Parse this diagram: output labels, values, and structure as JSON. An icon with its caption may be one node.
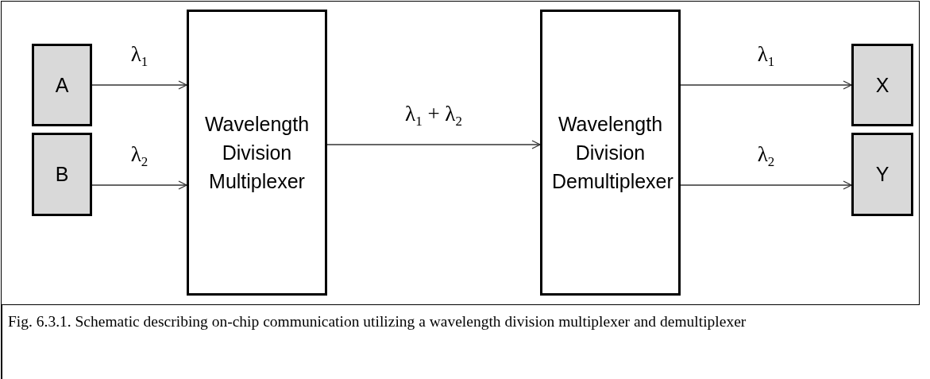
{
  "diagram": {
    "caption": "Fig. 6.3.1. Schematic describing on-chip communication utilizing a wavelength division multiplexer and demultiplexer",
    "nodes": [
      {
        "text": [
          "A"
        ]
      },
      {
        "text": [
          "B"
        ]
      },
      {
        "text": [
          "Wavelength Division Multiplexer"
        ]
      },
      {
        "text": [
          "Wavelength Division Demultiplexer"
        ]
      },
      {
        "text": [
          "X"
        ]
      },
      {
        "text": [
          "Y"
        ]
      }
    ],
    "edges": [
      {
        "from": 0,
        "to": 2,
        "arrow": "to",
        "label": "λ$_{1}$"
      },
      {
        "from": 1,
        "to": 2,
        "arrow": "to",
        "label": "λ$_{2}$"
      },
      {
        "from": 2,
        "to": 3,
        "arrow": "to",
        "label": "λ$_{1}$ + λ$_{2}$"
      },
      {
        "from": 3,
        "to": 4,
        "arrow": "to",
        "label": "λ$_{1}$"
      },
      {
        "from": 3,
        "to": 5,
        "arrow": "to",
        "label": "λ$_{2}$"
      }
    ]
  }
}
